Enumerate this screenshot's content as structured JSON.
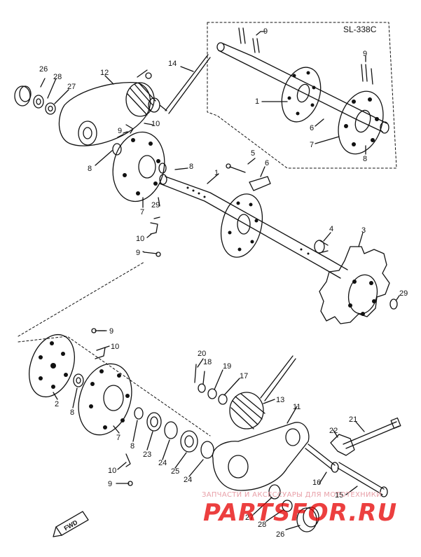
{
  "diagram_code": "SL-338C",
  "labels": {
    "top_left": [
      "26",
      "28",
      "27",
      "12",
      "14",
      "10",
      "9",
      "8"
    ],
    "top_shaft": [
      "1",
      "5",
      "6",
      "8",
      "7",
      "29",
      "10",
      "9",
      "4",
      "3",
      "29"
    ],
    "inset": [
      "9",
      "9",
      "1",
      "6",
      "7",
      "8"
    ],
    "lower": [
      "9",
      "10",
      "2",
      "8",
      "7",
      "8",
      "23",
      "24",
      "25",
      "24",
      "10",
      "9",
      "20",
      "18",
      "19",
      "17",
      "13",
      "11",
      "21",
      "22",
      "16",
      "15",
      "27",
      "28",
      "26"
    ]
  },
  "fwd_marker": "FWD",
  "watermark": {
    "caption": "ЗАПЧАСТИ И АКСЕССУАРЫ ДЛЯ МОТОТЕХНИКИ",
    "site": "PARTSFOR.RU"
  }
}
